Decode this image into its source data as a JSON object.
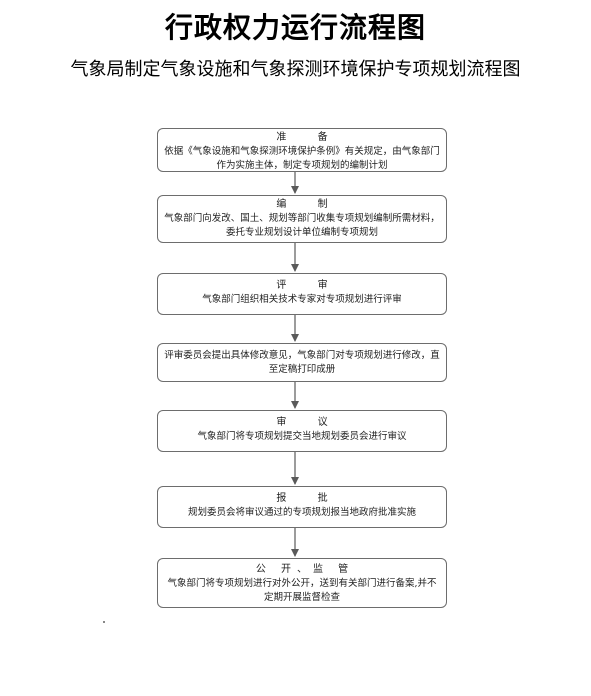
{
  "header": {
    "title": "行政权力运行流程图",
    "subtitle": "气象局制定气象设施和气象探测环境保护专项规划流程图"
  },
  "steps": [
    {
      "heading": "准 备",
      "text": "依据《气象设施和气象探测环境保护条例》有关规定，由气象部门作为实施主体，制定专项规划的编制计划"
    },
    {
      "heading": "编 制",
      "text": "气象部门向发改、国土、规划等部门收集专项规划编制所需材料，委托专业规划设计单位编制专项规划"
    },
    {
      "heading": "评 审",
      "text": "气象部门组织相关技术专家对专项规划进行评审"
    },
    {
      "heading": "",
      "text": "评审委员会提出具体修改意见，气象部门对专项规划进行修改，直至定稿打印成册"
    },
    {
      "heading": "审 议",
      "text": "气象部门将专项规划提交当地规划委员会进行审议"
    },
    {
      "heading": "报 批",
      "text": "规划委员会将审议通过的专项规划报当地政府批准实施"
    },
    {
      "heading": "公 开、监 管",
      "text": "气象部门将专项规划进行对外公开，送到有关部门进行备案,并不定期开展监督检查"
    }
  ],
  "colors": {
    "border": "#6d6d6d",
    "arrow": "#5a5a5a",
    "text": "#222222"
  }
}
